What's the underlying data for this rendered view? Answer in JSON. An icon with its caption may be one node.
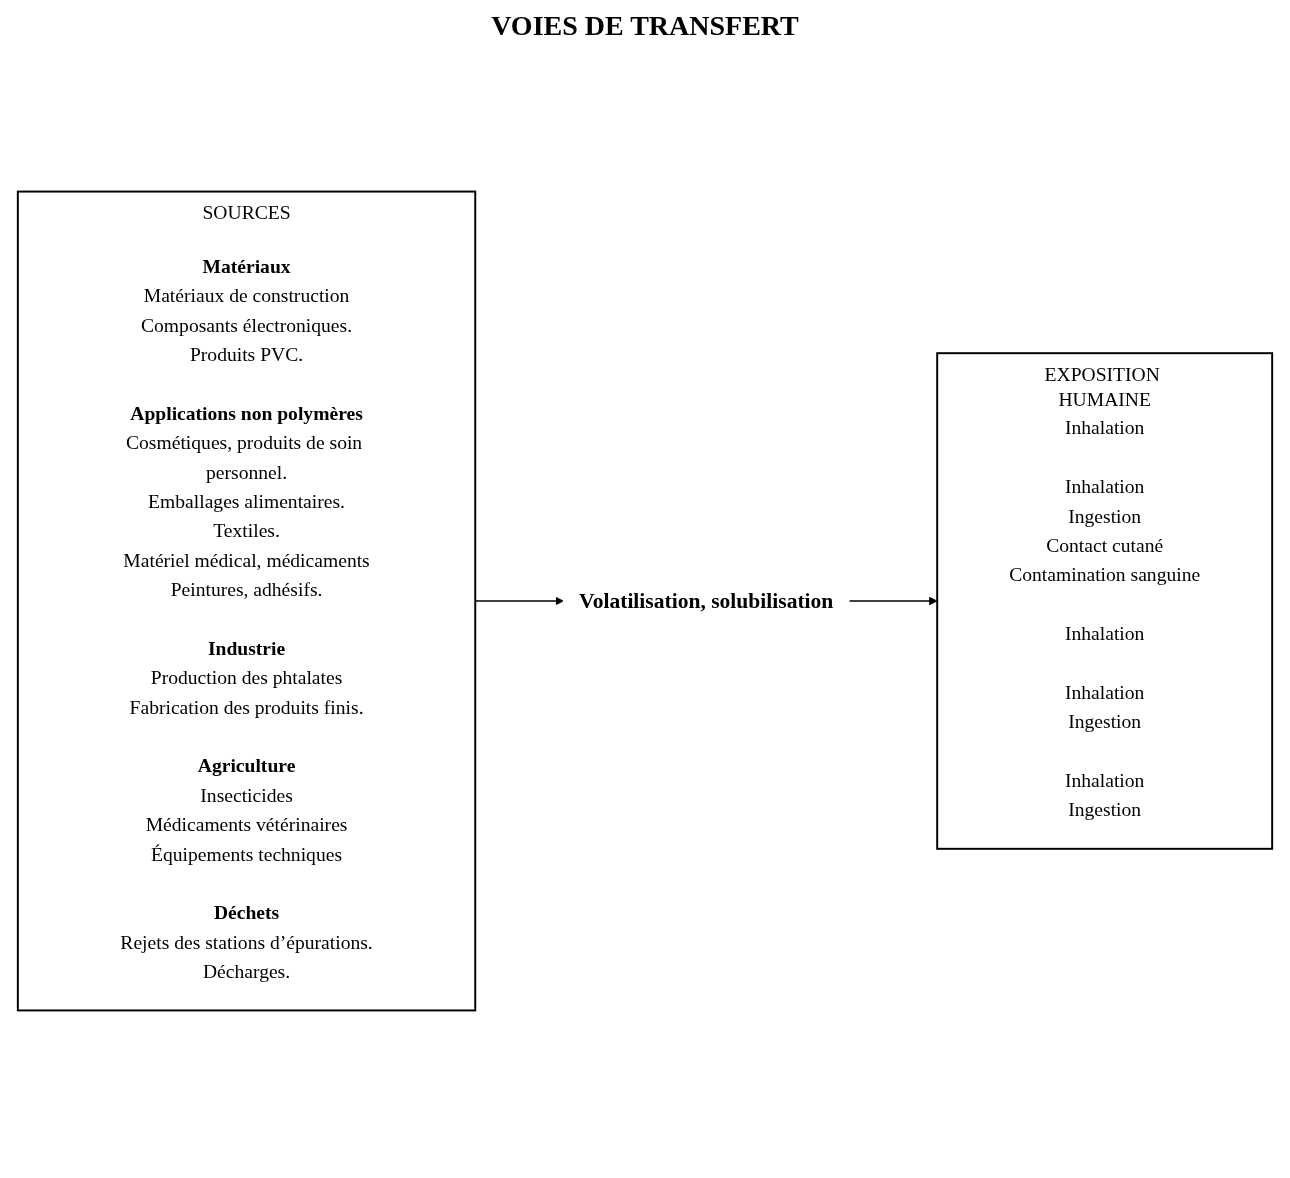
{
  "diagram": {
    "nodes": [
      {
        "text": [
          "SOURCES"
        ]
      },
      {
        "text": [
          "Matériaux",
          "Matériaux de construction",
          "Composants électroniques.",
          "Produits PVC."
        ],
        "in": 0
      },
      {
        "text": [
          "Applications non polymères",
          "Cosmétiques, produits de soin personnel.",
          "Emballages alimentaires.",
          "Textiles.",
          "Matériel médical, médicaments",
          "Peintures, adhésifs."
        ],
        "in": 0
      },
      {
        "text": [
          "Industrie",
          "Production des phtalates",
          "Fabrication des produits finis."
        ],
        "in": 0
      },
      {
        "text": [
          "Agriculture",
          "Insecticides",
          "Médicaments vétérinaires",
          "Équipements techniques"
        ],
        "in": 0
      },
      {
        "text": [
          "Déchets",
          "Rejets des stations d’épurations.",
          "Décharges."
        ],
        "in": 0
      },
      {
        "text": [
          "Volatilisation, solubilisation"
        ]
      },
      {
        "text": [
          "EXPOSITION HUMAINE"
        ]
      },
      {
        "text": [
          "Inhalation"
        ],
        "in": 7
      },
      {
        "text": [
          "Inhalation",
          "Ingestion",
          "Contact cutané",
          "Contamination sanguine"
        ],
        "in": 7
      },
      {
        "text": [
          "Inhalation"
        ],
        "in": 7
      },
      {
        "text": [
          "Inhalation",
          "Ingestion"
        ],
        "in": 7
      },
      {
        "text": [
          "Inhalation",
          "Ingestion"
        ],
        "in": 7
      }
    ],
    "edges": [
      {
        "from": 0,
        "to": 6,
        "arrow": "to"
      },
      {
        "from": 6,
        "to": 7,
        "arrow": "to"
      }
    ],
    "labels": [
      "VOIES DE TRANSFERT"
    ]
  }
}
